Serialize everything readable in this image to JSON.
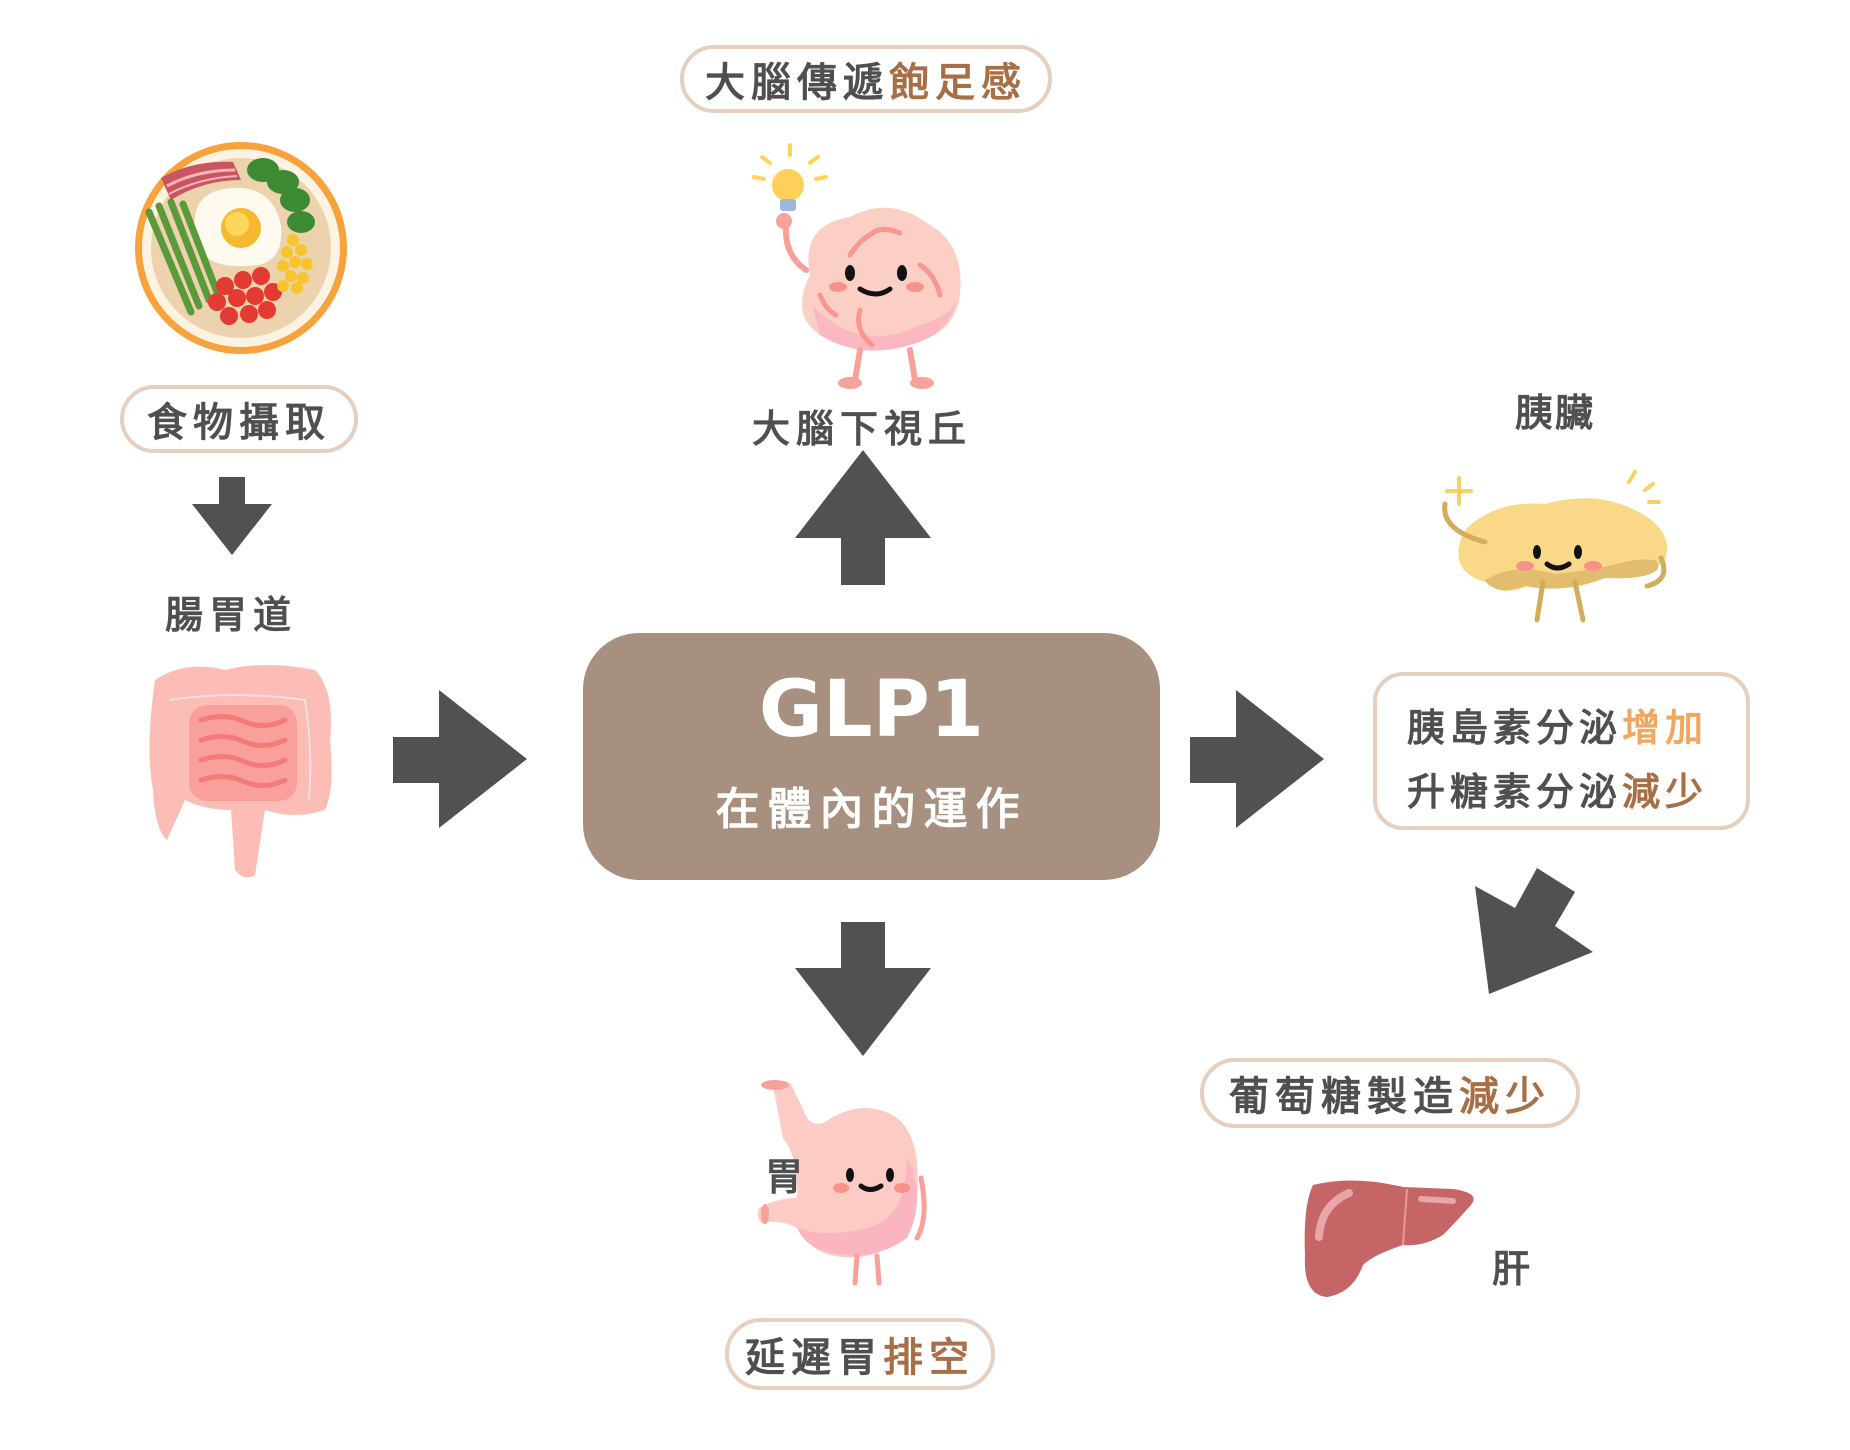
{
  "title": "GLP1在體內的運作",
  "center": {
    "line1": "GLP1",
    "line2": "在體內的運作"
  },
  "food": {
    "label": "食物攝取"
  },
  "gut": {
    "label": "腸胃道"
  },
  "brain": {
    "label": "大腦下視丘",
    "effect_prefix": "大腦傳遞",
    "effect_highlight": "飽足感"
  },
  "stomach": {
    "label": "胃",
    "effect_prefix": "延遲胃",
    "effect_highlight": "排空"
  },
  "pancreas": {
    "label": "胰臟",
    "line1_prefix": "胰島素分泌",
    "line1_highlight": "增加",
    "line2_prefix": "升糖素分泌",
    "line2_highlight": "減少"
  },
  "liver": {
    "label": "肝",
    "effect_prefix": "葡萄糖製造",
    "effect_highlight": "減少"
  },
  "colors": {
    "arrow": "#515151",
    "center_box": "#a89080",
    "pill_border": "#e6cfbf",
    "text": "#4f4f4f",
    "highlight_brown": "#a86f47",
    "highlight_orange": "#f0a85e"
  }
}
